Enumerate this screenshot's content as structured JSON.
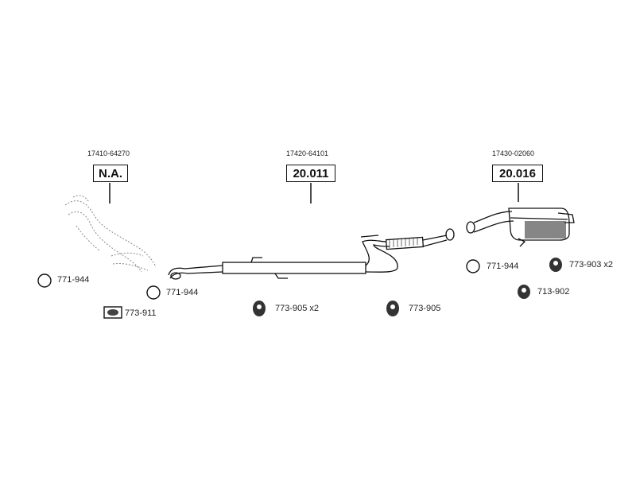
{
  "sections": [
    {
      "oem_number": "17410-64270",
      "part_code": "N.A."
    },
    {
      "oem_number": "17420-64101",
      "part_code": "20.011"
    },
    {
      "oem_number": "17430-02060",
      "part_code": "20.016"
    }
  ],
  "accessories": {
    "ring_left": "771-944",
    "clamp_left": "773-911",
    "ring_mid": "771-944",
    "hanger_mid": "773-905 x2",
    "hanger_mid2": "773-905",
    "ring_right": "771-944",
    "hanger_right": "773-903 x2",
    "hanger_right2": "713-902"
  }
}
